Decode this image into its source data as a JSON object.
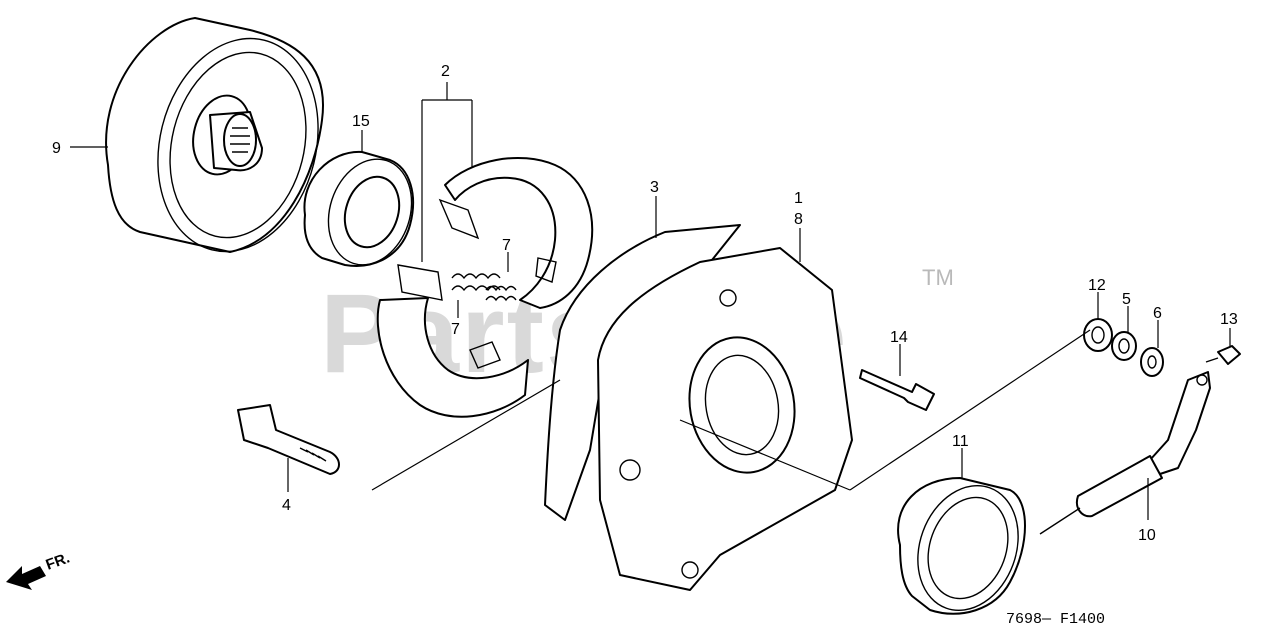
{
  "diagram": {
    "callouts": [
      {
        "id": "c1",
        "label": "1"
      },
      {
        "id": "c2",
        "label": "2"
      },
      {
        "id": "c3",
        "label": "3"
      },
      {
        "id": "c4",
        "label": "4"
      },
      {
        "id": "c5",
        "label": "5"
      },
      {
        "id": "c6",
        "label": "6"
      },
      {
        "id": "c7a",
        "label": "7"
      },
      {
        "id": "c7b",
        "label": "7"
      },
      {
        "id": "c8",
        "label": "8"
      },
      {
        "id": "c9",
        "label": "9"
      },
      {
        "id": "c10",
        "label": "10"
      },
      {
        "id": "c11",
        "label": "11"
      },
      {
        "id": "c12",
        "label": "12"
      },
      {
        "id": "c13",
        "label": "13"
      },
      {
        "id": "c14",
        "label": "14"
      },
      {
        "id": "c15",
        "label": "15"
      }
    ],
    "watermark": "PartsTree",
    "trademark": "TM",
    "direction_label": "FR.",
    "drawing_code": "7698— F1400"
  }
}
